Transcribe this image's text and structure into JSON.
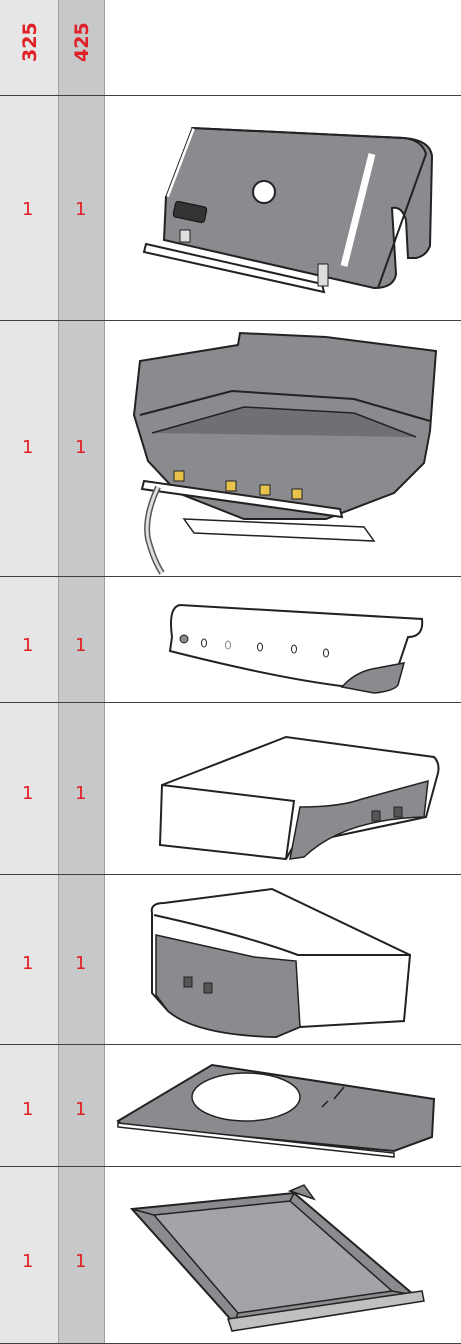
{
  "columns": [
    {
      "label": "325"
    },
    {
      "label": "425"
    }
  ],
  "rows": [
    {
      "part": "lid-assembly",
      "qty": [
        "1",
        "1"
      ]
    },
    {
      "part": "cookbox-assembly",
      "qty": [
        "1",
        "1"
      ]
    },
    {
      "part": "control-panel",
      "qty": [
        "1",
        "1"
      ]
    },
    {
      "part": "right-side-table-shroud",
      "qty": [
        "1",
        "1"
      ]
    },
    {
      "part": "left-side-table-shroud",
      "qty": [
        "1",
        "1"
      ]
    },
    {
      "part": "bottom-panel",
      "qty": [
        "1",
        "1"
      ]
    },
    {
      "part": "catch-pan-tray",
      "qty": [
        "1",
        "1"
      ]
    }
  ],
  "colors": {
    "accent": "#e11f26",
    "column_a": "#e6e6e7",
    "column_b": "#c7c8ca",
    "part_fill": "#8a8b8e"
  }
}
